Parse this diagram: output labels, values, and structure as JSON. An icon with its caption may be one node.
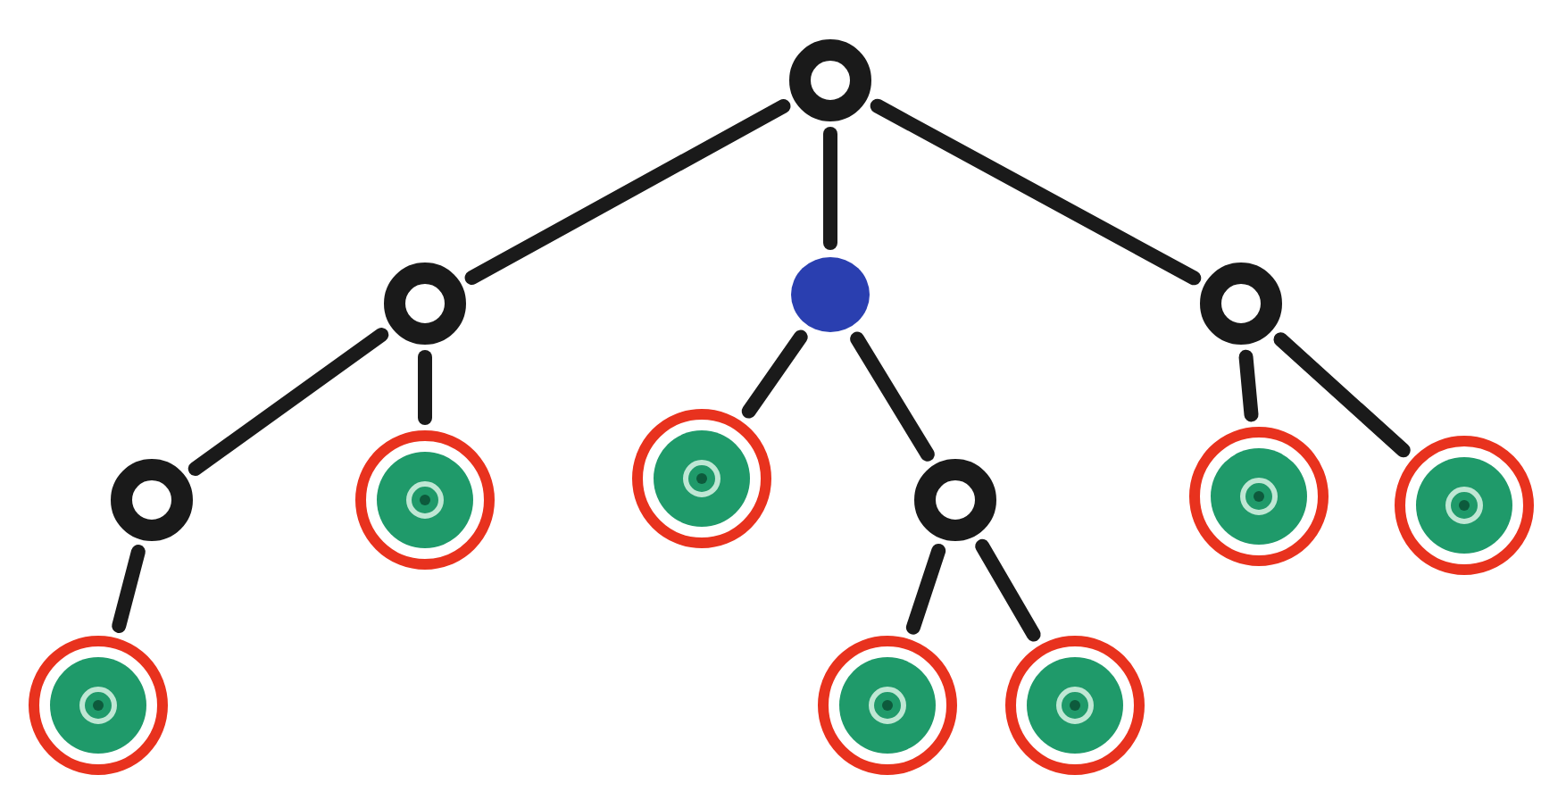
{
  "diagram": {
    "nodes": [
      {
        "text": [],
        "shape": "ring"
      },
      {
        "text": [],
        "shape": "ring"
      },
      {
        "text": [],
        "shape": "dot"
      },
      {
        "text": [],
        "shape": "ring"
      },
      {
        "text": [],
        "shape": "ring"
      },
      {
        "text": [],
        "shape": "target"
      },
      {
        "text": [],
        "shape": "target"
      },
      {
        "text": [],
        "shape": "ring"
      },
      {
        "text": [],
        "shape": "target"
      },
      {
        "text": [],
        "shape": "target"
      },
      {
        "text": [],
        "shape": "target"
      },
      {
        "text": [],
        "shape": "target"
      },
      {
        "text": [],
        "shape": "target"
      }
    ],
    "edges": [
      {
        "from": 0,
        "to": 1,
        "arrow": "none"
      },
      {
        "from": 0,
        "to": 2,
        "arrow": "none"
      },
      {
        "from": 0,
        "to": 3,
        "arrow": "none"
      },
      {
        "from": 1,
        "to": 4,
        "arrow": "none"
      },
      {
        "from": 1,
        "to": 5,
        "arrow": "none"
      },
      {
        "from": 2,
        "to": 6,
        "arrow": "none"
      },
      {
        "from": 2,
        "to": 7,
        "arrow": "none"
      },
      {
        "from": 3,
        "to": 8,
        "arrow": "none"
      },
      {
        "from": 3,
        "to": 9,
        "arrow": "none"
      },
      {
        "from": 4,
        "to": 10,
        "arrow": "none"
      },
      {
        "from": 7,
        "to": 11,
        "arrow": "none"
      },
      {
        "from": 7,
        "to": 12,
        "arrow": "none"
      }
    ]
  }
}
